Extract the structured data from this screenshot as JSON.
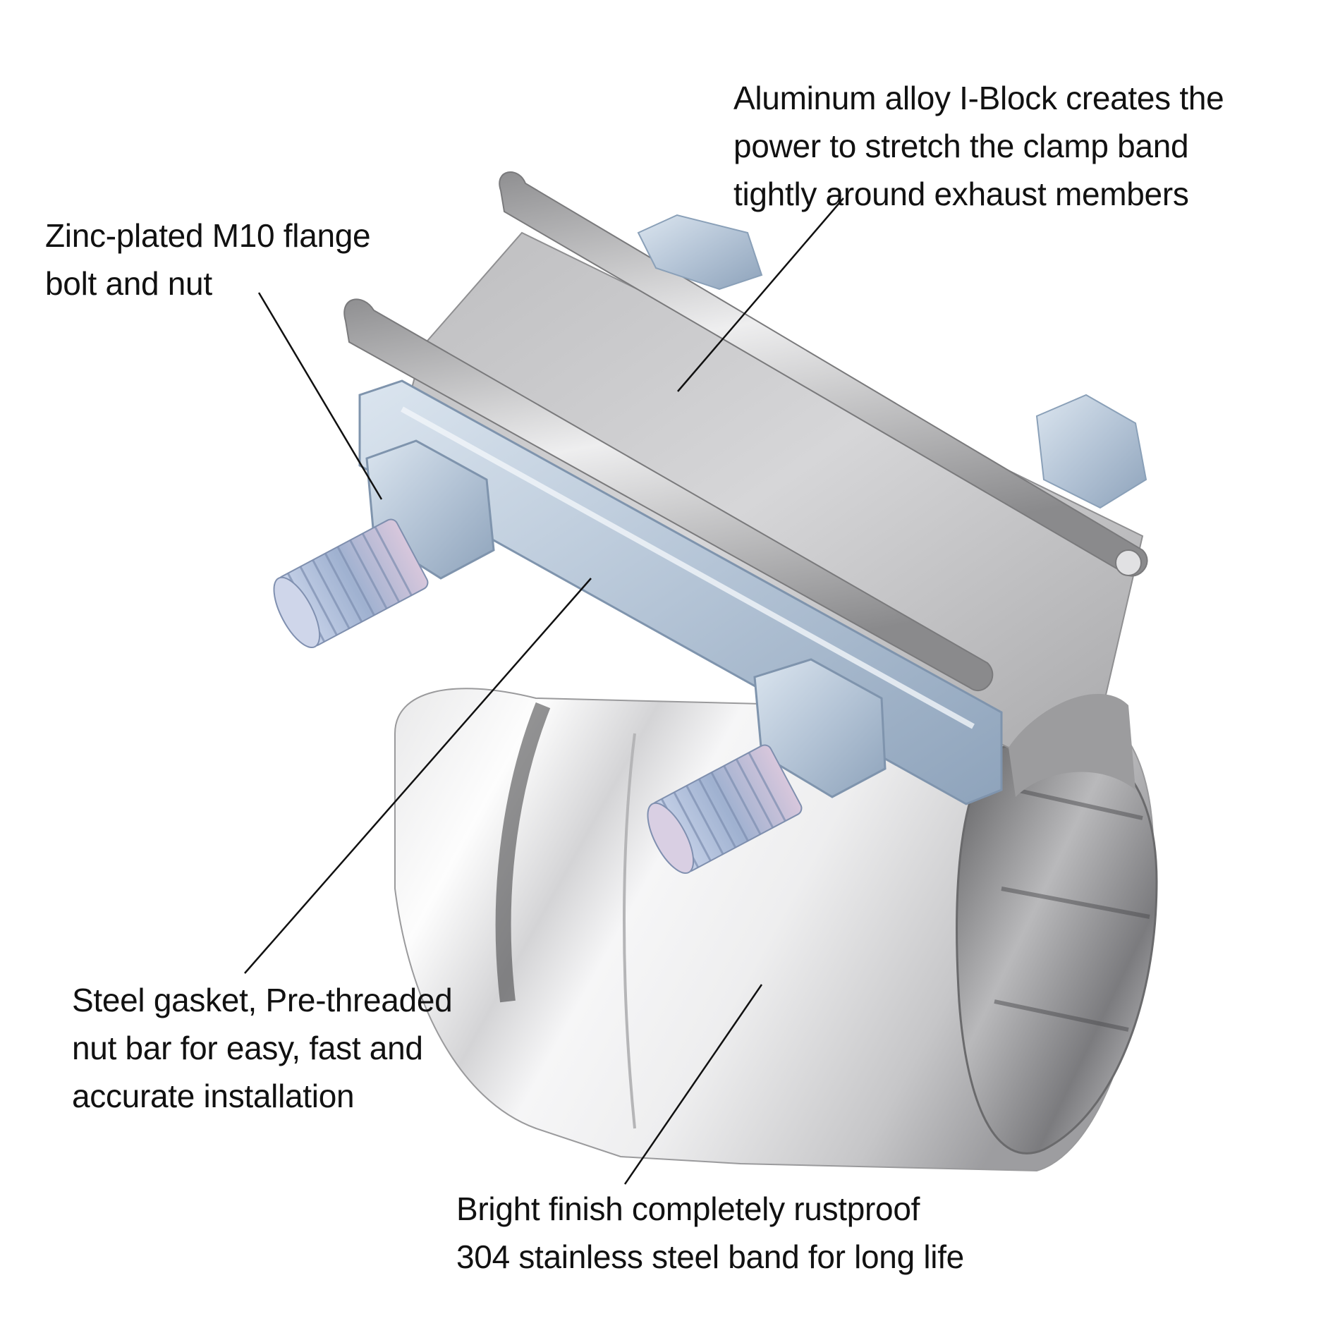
{
  "image": {
    "subject": "Exhaust lap joint band clamp",
    "background": "#ffffff"
  },
  "callouts": [
    {
      "id": "i-block",
      "lines": [
        "Aluminum alloy I-Block creates the",
        "power to stretch the clamp band",
        "tightly around exhaust members"
      ]
    },
    {
      "id": "flange-bolt",
      "lines": [
        "Zinc-plated M10 flange",
        "bolt and nut"
      ]
    },
    {
      "id": "nut-bar",
      "lines": [
        "Steel gasket, Pre-threaded",
        "nut bar for easy, fast and",
        "accurate installation"
      ]
    },
    {
      "id": "band",
      "lines": [
        "Bright finish completely rustproof",
        "304 stainless steel band for long life"
      ]
    }
  ],
  "colors": {
    "text": "#111111",
    "leader_line": "#111111",
    "stainless": "#c9c9cb",
    "zinc": "#b9c8d8"
  }
}
